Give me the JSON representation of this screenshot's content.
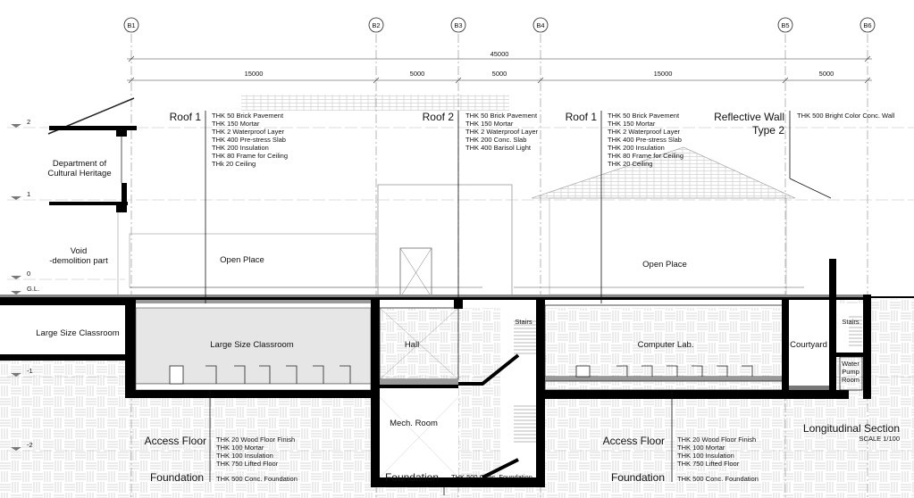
{
  "grid_axes": [
    "B1",
    "B2",
    "B3",
    "B4",
    "B5",
    "B6"
  ],
  "dimensions": {
    "overall": "45000",
    "spans": [
      "15000",
      "5000",
      "5000",
      "15000",
      "5000"
    ]
  },
  "levels": [
    "2",
    "1",
    "0",
    "G.L.",
    "-1",
    "-2"
  ],
  "rooms": {
    "dept": [
      "Department of",
      "Cultural Heritage"
    ],
    "void": [
      "Void",
      "-demolition part"
    ],
    "large_left": "Large Size Classroom",
    "large_main": "Large Size Classroom",
    "open_left": "Open Place",
    "open_right": "Open Place",
    "hall": "Hall",
    "mech": "Mech. Room",
    "stairs_mid": "Stairs",
    "computer_lab": "Computer Lab.",
    "courtyard": "Courtyard",
    "stairs_right": "Stairs",
    "water_pump": [
      "Water",
      "Pump",
      "Room"
    ]
  },
  "annotations": {
    "roof1_left": {
      "label": "Roof 1",
      "specs": [
        "THK 50 Brick Pavement",
        "THK 150 Mortar",
        "THK 2 Waterproof Layer",
        "THK 400 Pre-stress Slab",
        "THK 200 Insulation",
        "THK 80 Frame for Ceiling",
        "THk 20 Ceiling"
      ]
    },
    "roof2": {
      "label": "Roof 2",
      "specs": [
        "THK 50 Brick Pavement",
        "THK 150 Mortar",
        "THK 2 Waterproof Layer",
        "THK 200 Conc. Slab",
        "THK 400 Barisol Light"
      ]
    },
    "roof1_right": {
      "label": "Roof 1",
      "specs": [
        "THK 50 Brick Pavement",
        "THK 150 Mortar",
        "THK 2 Waterproof Layer",
        "THK 400 Pre-stress Slab",
        "THK 200 Insulation",
        "THK 80 Frame for Ceiling",
        "THK 20 Ceiling"
      ]
    },
    "reflective_wall": {
      "label": [
        "Reflective Wall",
        "Type 2"
      ],
      "specs": [
        "THK 500 Bright Color Conc. Wall"
      ]
    },
    "access_floor_left": {
      "label": "Access Floor",
      "specs": [
        "THK 20 Wood Floor Finish",
        "THK 100 Mortar",
        "THK 100 Insulation",
        "THK 750 Lifted Floor"
      ]
    },
    "foundation_left": {
      "label": "Foundation",
      "specs": [
        "THK 500 Conc. Foundation"
      ]
    },
    "foundation_mid": {
      "label": "Foundation",
      "specs": [
        "THK 500 Conc. Foundation"
      ]
    },
    "access_floor_right": {
      "label": "Access Floor",
      "specs": [
        "THK 20 Wood Floor Finish",
        "THK 100 Mortar",
        "THK 100 Insulation",
        "THK 750 Lifted Floor"
      ]
    },
    "foundation_right": {
      "label": "Foundation",
      "specs": [
        "THK 500 Conc. Foundation"
      ]
    }
  },
  "title": {
    "name": "Longitudinal Section",
    "scale": "SCALE 1/100"
  }
}
